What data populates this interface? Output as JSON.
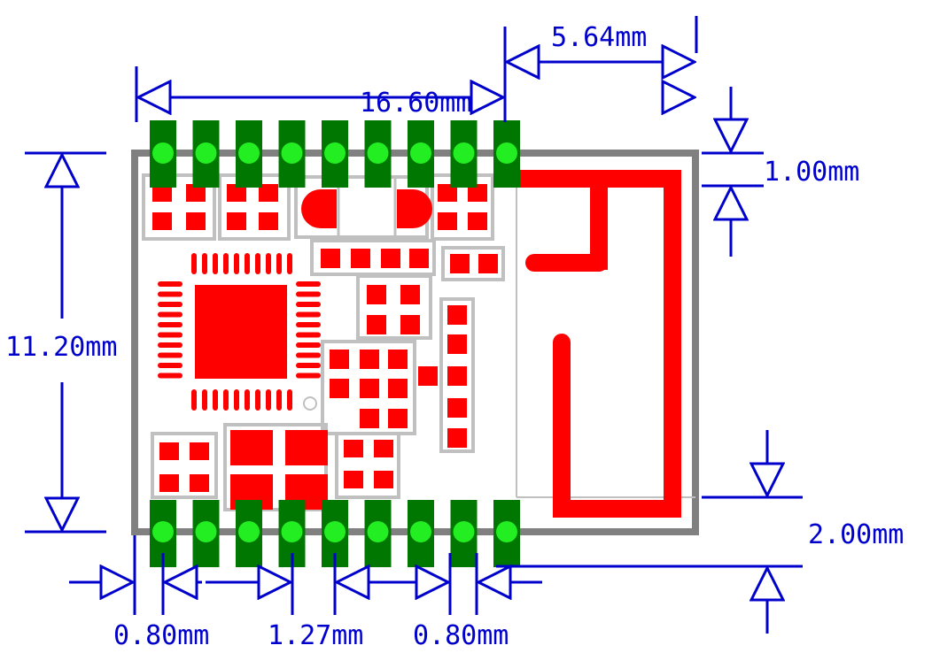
{
  "dimensions": {
    "module_length": "16.60mm",
    "antenna_width": "5.64mm",
    "module_height": "11.20mm",
    "top_clearance": "1.00mm",
    "bottom_clearance": "2.00mm",
    "left_offset": "0.80mm",
    "pin_pitch": "1.27mm",
    "right_offset": "0.80mm"
  },
  "colors": {
    "dimension_lines": "#0000cc",
    "pads": "#ff0000",
    "outline": "#808080",
    "pin_body": "#007700",
    "pin_dot": "#22ee22",
    "silkscreen": "#c0c0c0"
  },
  "pins": {
    "top_row_count": 9,
    "bottom_row_count": 9
  }
}
